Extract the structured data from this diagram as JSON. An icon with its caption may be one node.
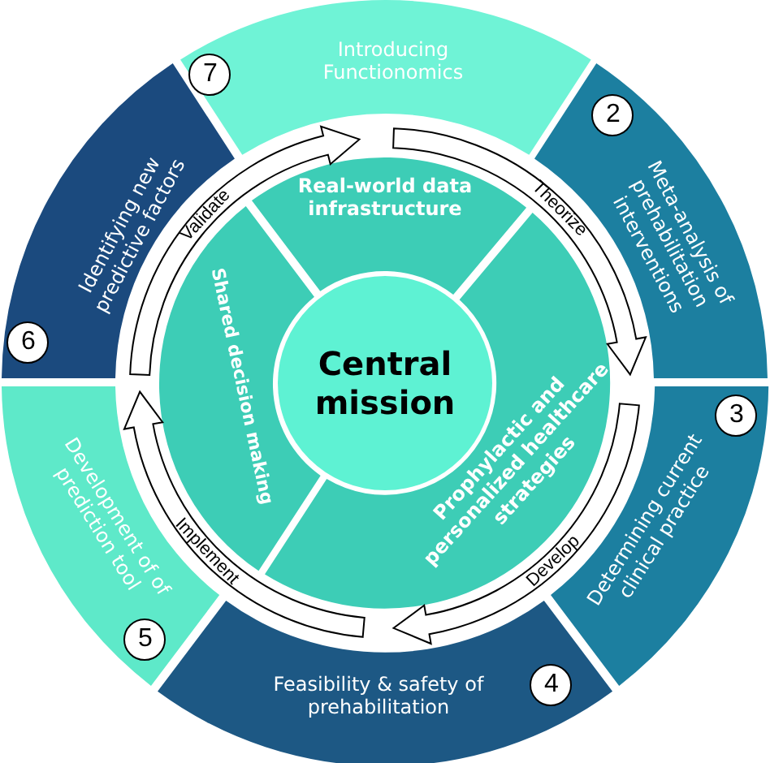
{
  "diagram": {
    "nodes": [
      {
        "text": [
          "7",
          "Introducing Functionomics"
        ]
      },
      {
        "text": [
          "2",
          "Meta-analysis of prehabilitation interventions"
        ]
      },
      {
        "text": [
          "3",
          "Determining current clinical practice"
        ]
      },
      {
        "text": [
          "Feasibility & safety of prehabilitation",
          "4"
        ]
      },
      {
        "text": [
          "Development of of prediction tool",
          "5"
        ]
      },
      {
        "text": [
          "Identifying new predictive factors",
          "6"
        ]
      },
      {
        "text": [
          "Real-world data infrastructure"
        ]
      },
      {
        "text": [
          "Shared decision making"
        ]
      },
      {
        "text": [
          "Central mission"
        ]
      },
      {
        "text": [
          "Prophylactic and personalized healthcare strategies"
        ]
      }
    ],
    "edges": [
      {
        "from": 5,
        "to": 0,
        "arrow": "to",
        "label": "Validate"
      },
      {
        "from": 0,
        "to": 1,
        "arrow": "to",
        "label": "Theorize"
      },
      {
        "from": 3,
        "to": 4,
        "arrow": "to",
        "label": "Implement"
      },
      {
        "from": 2,
        "to": 3,
        "arrow": "to",
        "label": "Develop"
      }
    ]
  }
}
